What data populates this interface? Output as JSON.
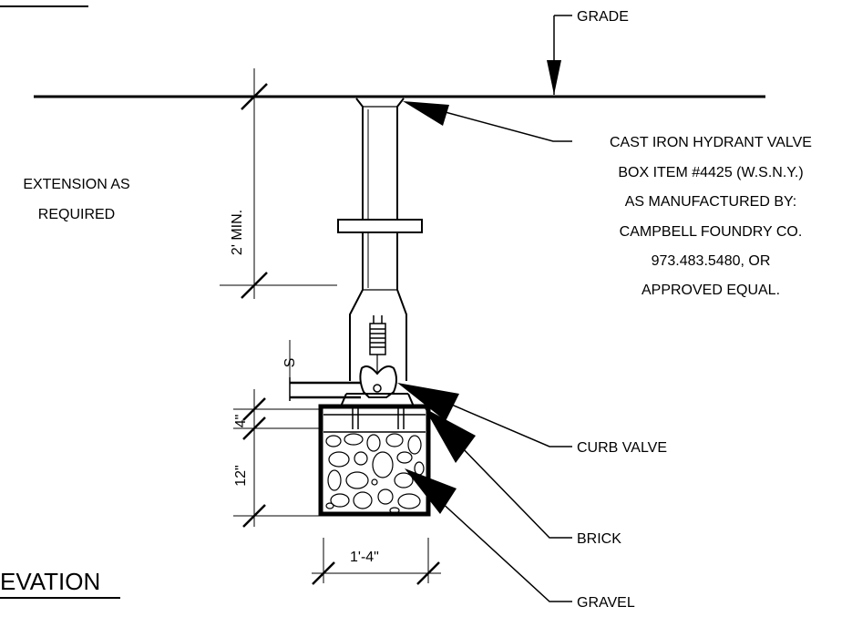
{
  "labels": {
    "grade": "GRADE",
    "valve_box": [
      "CAST IRON HYDRANT VALVE",
      "BOX ITEM #4425 (W.S.N.Y.)",
      "AS MANUFACTURED BY:",
      "CAMPBELL FOUNDRY CO.",
      "973.483.5480, OR",
      "APPROVED EQUAL."
    ],
    "extension": [
      "EXTENSION AS",
      "REQUIRED"
    ],
    "curb_valve": "CURB VALVE",
    "brick": "BRICK",
    "gravel": "GRAVEL",
    "service_line": "S"
  },
  "dimensions": {
    "depth_min": "2' MIN.",
    "base_thickness": "4\"",
    "gravel_depth": "12\"",
    "base_width": "1'-4\""
  },
  "title": "EVATION"
}
